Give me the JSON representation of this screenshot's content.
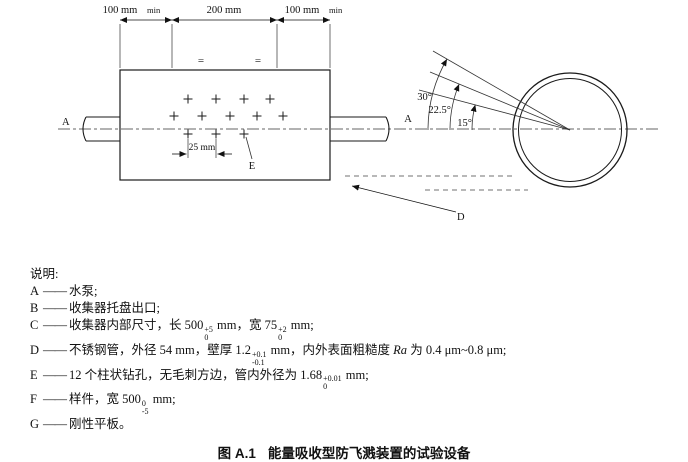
{
  "drawing": {
    "dim_left": "100 mm",
    "dim_left_min": "min",
    "dim_mid": "200 mm",
    "dim_right": "100 mm",
    "dim_right_min": "min",
    "dim_hole": "25 mm",
    "equal_left": "=",
    "equal_right": "=",
    "label_a_left": "A",
    "label_a_right": "A",
    "label_e": "E",
    "label_d": "D",
    "angle_30": "30°",
    "angle_225": "22.5°",
    "angle_15": "15°"
  },
  "legend": {
    "title": "说明:",
    "separator": "——",
    "items": [
      {
        "key": "A",
        "segments": [
          {
            "text": "水泵;"
          }
        ]
      },
      {
        "key": "B",
        "segments": [
          {
            "text": "收集器托盘出口;"
          }
        ]
      },
      {
        "key": "C",
        "segments": [
          {
            "text": "收集器内部尺寸，长 500"
          },
          {
            "sup": "+5",
            "sub": "0"
          },
          {
            "text": " mm，宽 75"
          },
          {
            "sup": "+2",
            "sub": "0"
          },
          {
            "text": " mm;"
          }
        ]
      },
      {
        "key": "D",
        "segments": [
          {
            "text": "不锈钢管，外径 54 mm，壁厚 1.2"
          },
          {
            "sup": "+0.1",
            "sub": "-0.1"
          },
          {
            "text": " mm，内外表面粗糙度 "
          },
          {
            "text": "Ra",
            "italic": true
          },
          {
            "text": " 为 0.4 μm~0.8 μm;"
          }
        ]
      },
      {
        "key": "E",
        "segments": [
          {
            "text": "12 个柱状钻孔，无毛刺方边，管内外径为 1.68"
          },
          {
            "sup": "+0.01",
            "sub": "0"
          },
          {
            "text": " mm;"
          }
        ]
      },
      {
        "key": "F",
        "segments": [
          {
            "text": "样件，宽 500"
          },
          {
            "sup": "0",
            "sub": "-5"
          },
          {
            "text": " mm;"
          }
        ]
      },
      {
        "key": "G",
        "segments": [
          {
            "text": "刚性平板。"
          }
        ]
      }
    ]
  },
  "caption": {
    "label": "图 A.1",
    "title": "能量吸收型防飞溅装置的试验设备"
  }
}
